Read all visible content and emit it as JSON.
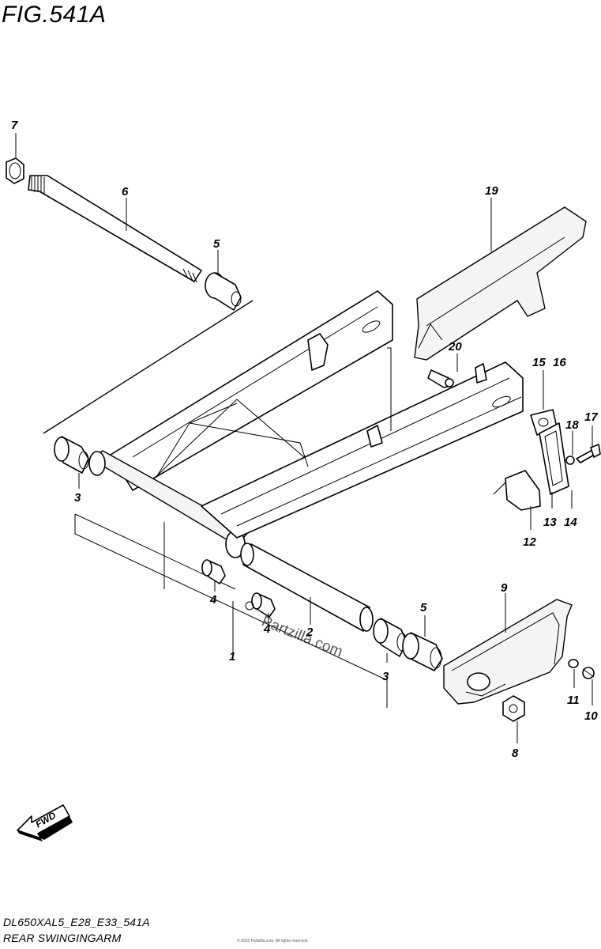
{
  "figure": {
    "title": "FIG.541A",
    "code": "DL650XAL5_E28_E33_541A",
    "name": "REAR SWINGINGARM",
    "watermark": "Partzilla.com",
    "fine_print": "© 2015 Partzilla.com. All rights reserved."
  },
  "fwd_label": "FWD",
  "callouts": {
    "c1": "1",
    "c2": "2",
    "c3a": "3",
    "c3b": "3",
    "c4a": "4",
    "c4b": "4",
    "c5a": "5",
    "c5b": "5",
    "c6": "6",
    "c7": "7",
    "c8": "8",
    "c9": "9",
    "c10": "10",
    "c11": "11",
    "c12": "12",
    "c13": "13",
    "c14": "14",
    "c15": "15",
    "c16": "16",
    "c17": "17",
    "c18": "18",
    "c19": "19",
    "c20": "20"
  }
}
